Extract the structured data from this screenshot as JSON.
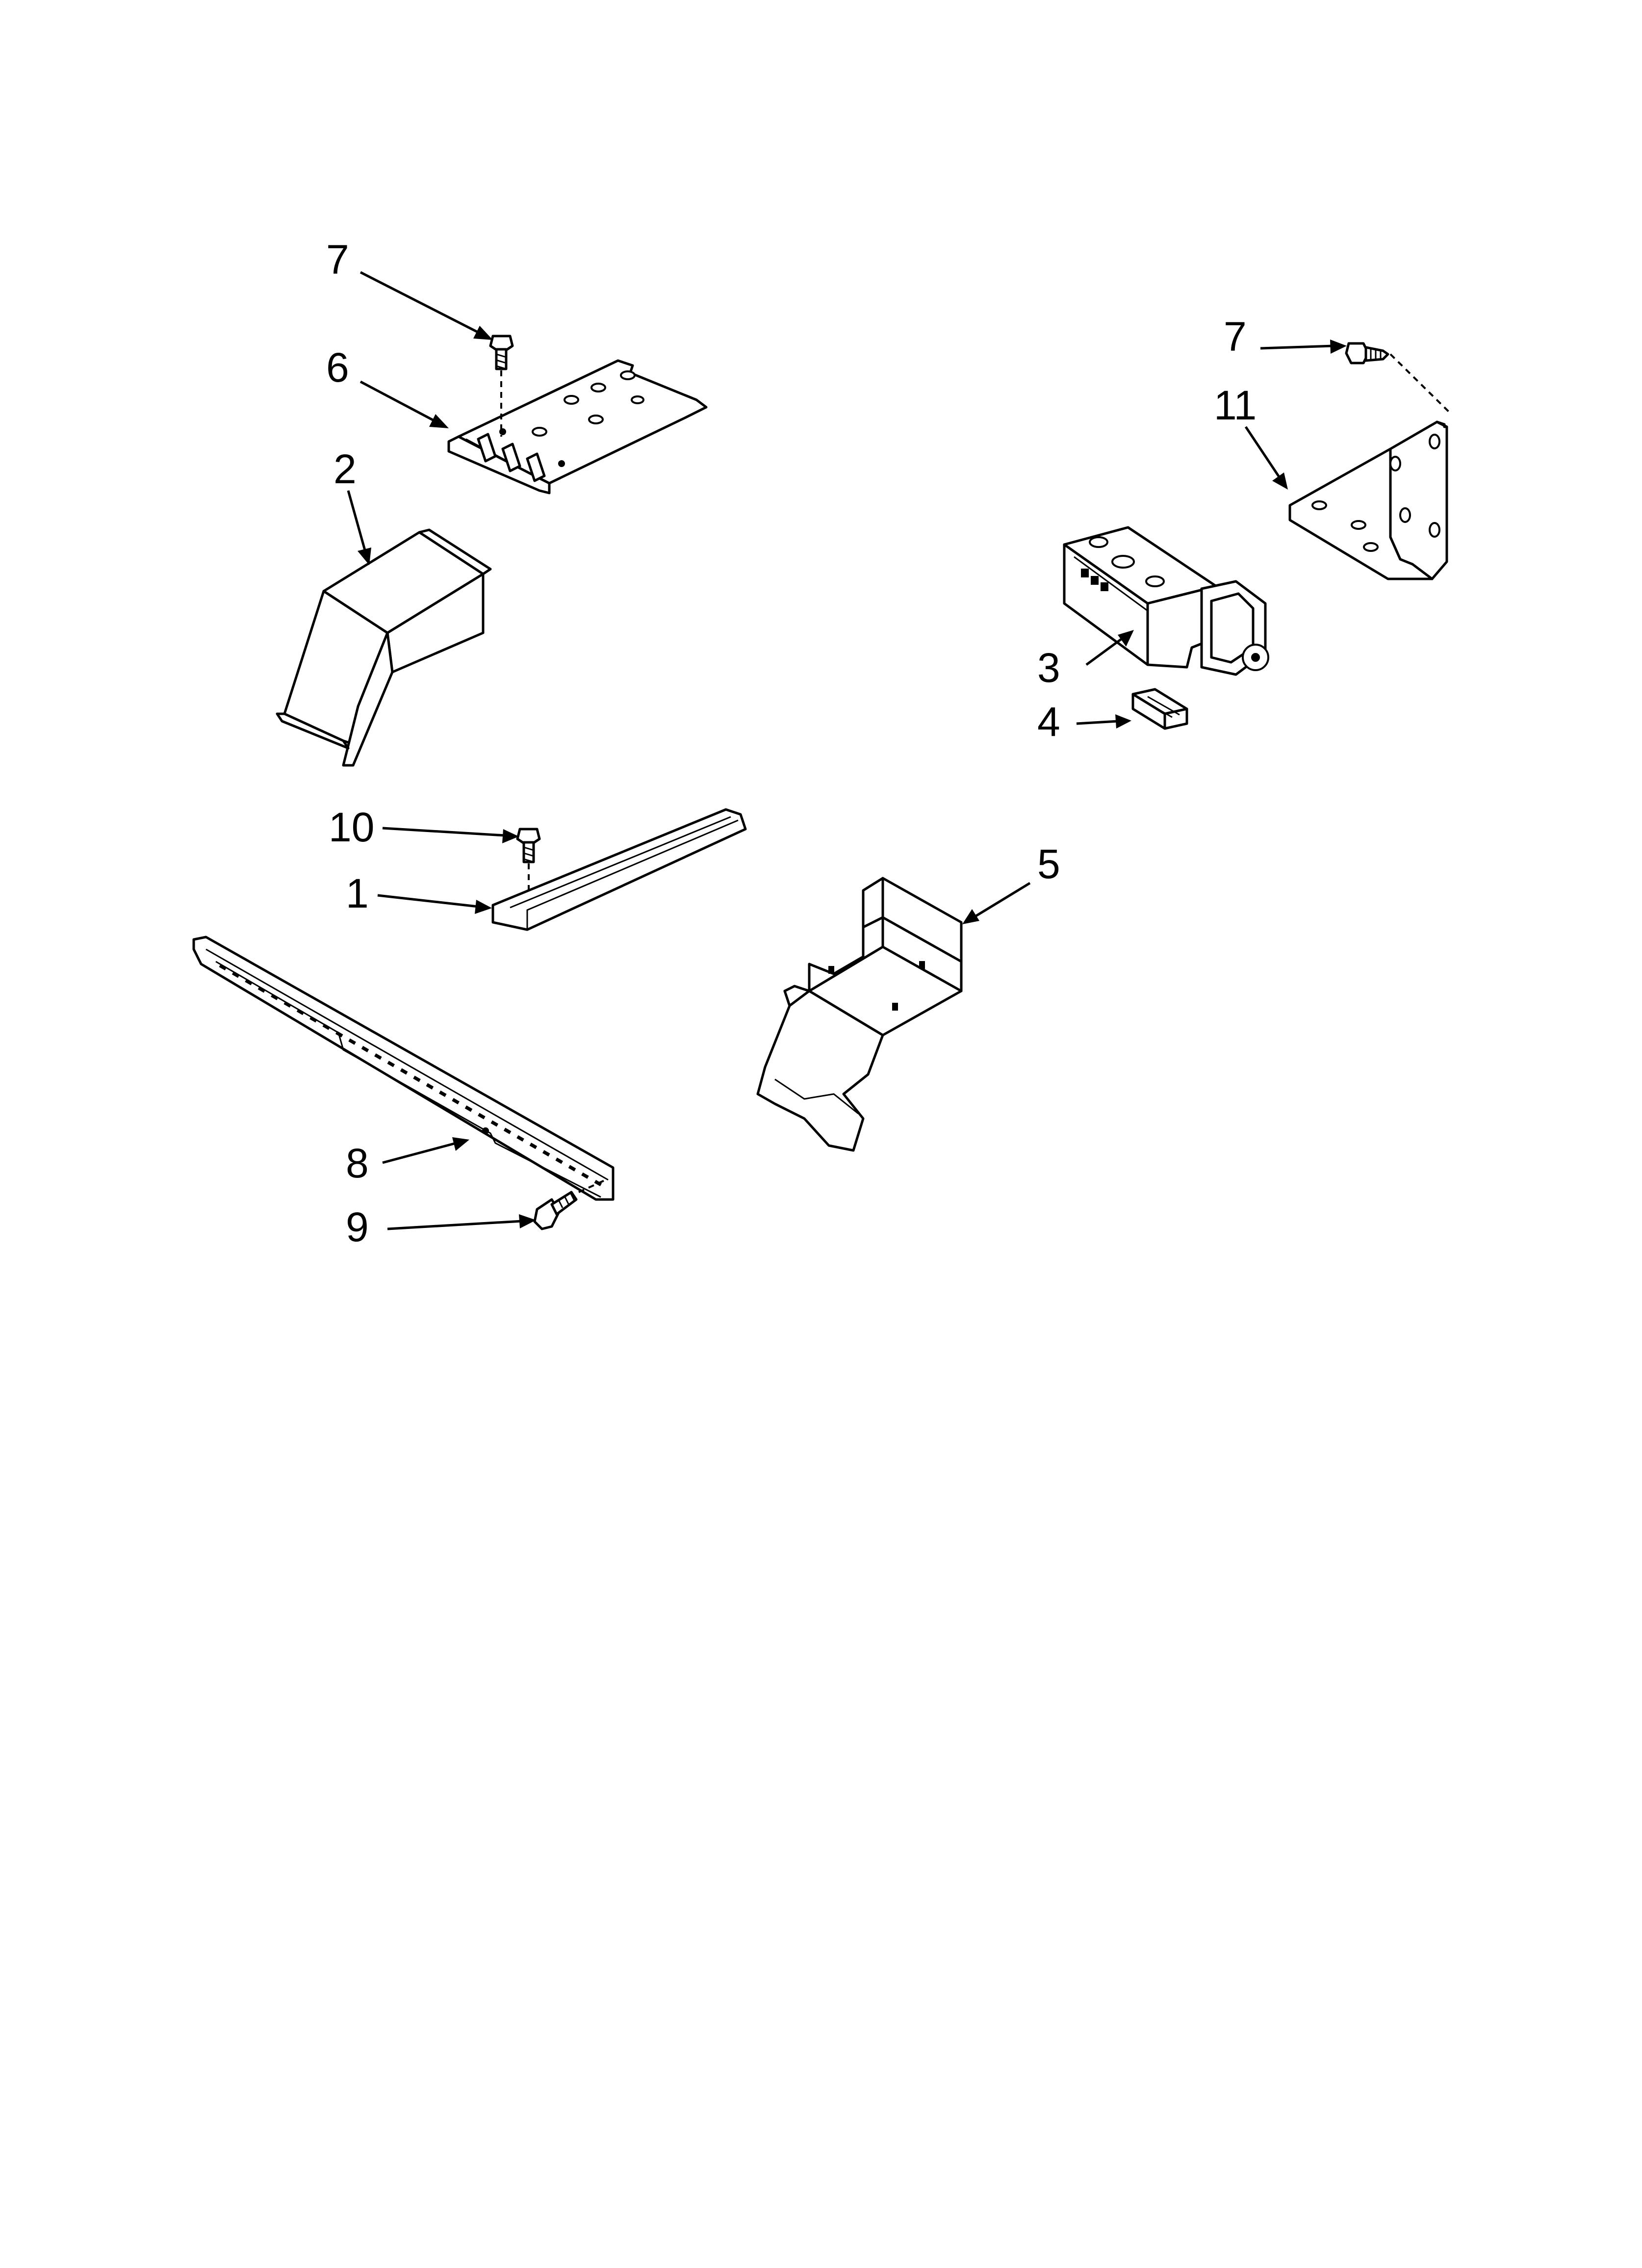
{
  "callouts": [
    {
      "id": "7a",
      "label": "7"
    },
    {
      "id": "6",
      "label": "6"
    },
    {
      "id": "2",
      "label": "2"
    },
    {
      "id": "10",
      "label": "10"
    },
    {
      "id": "1",
      "label": "1"
    },
    {
      "id": "8",
      "label": "8"
    },
    {
      "id": "9",
      "label": "9"
    },
    {
      "id": "7b",
      "label": "7"
    },
    {
      "id": "11",
      "label": "11"
    },
    {
      "id": "3",
      "label": "3"
    },
    {
      "id": "4",
      "label": "4"
    },
    {
      "id": "5",
      "label": "5"
    }
  ]
}
